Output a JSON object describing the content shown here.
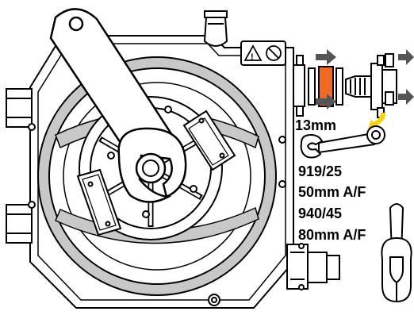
{
  "labels": {
    "spanner_small_size": "13mm",
    "part_number_1": "919/25",
    "spanner_size_1": "50mm A/F",
    "part_number_2": "940/45",
    "spanner_size_2": "80mm A/F"
  },
  "colors": {
    "line": "#000000",
    "gasket": "#f06a23",
    "ring": "#c8c8c8",
    "arrow": "#555555",
    "accent_arrow": "#f5d31c",
    "background": "#ffffff"
  },
  "icons": [
    "warning-triangle-icon",
    "no-access-icon"
  ]
}
